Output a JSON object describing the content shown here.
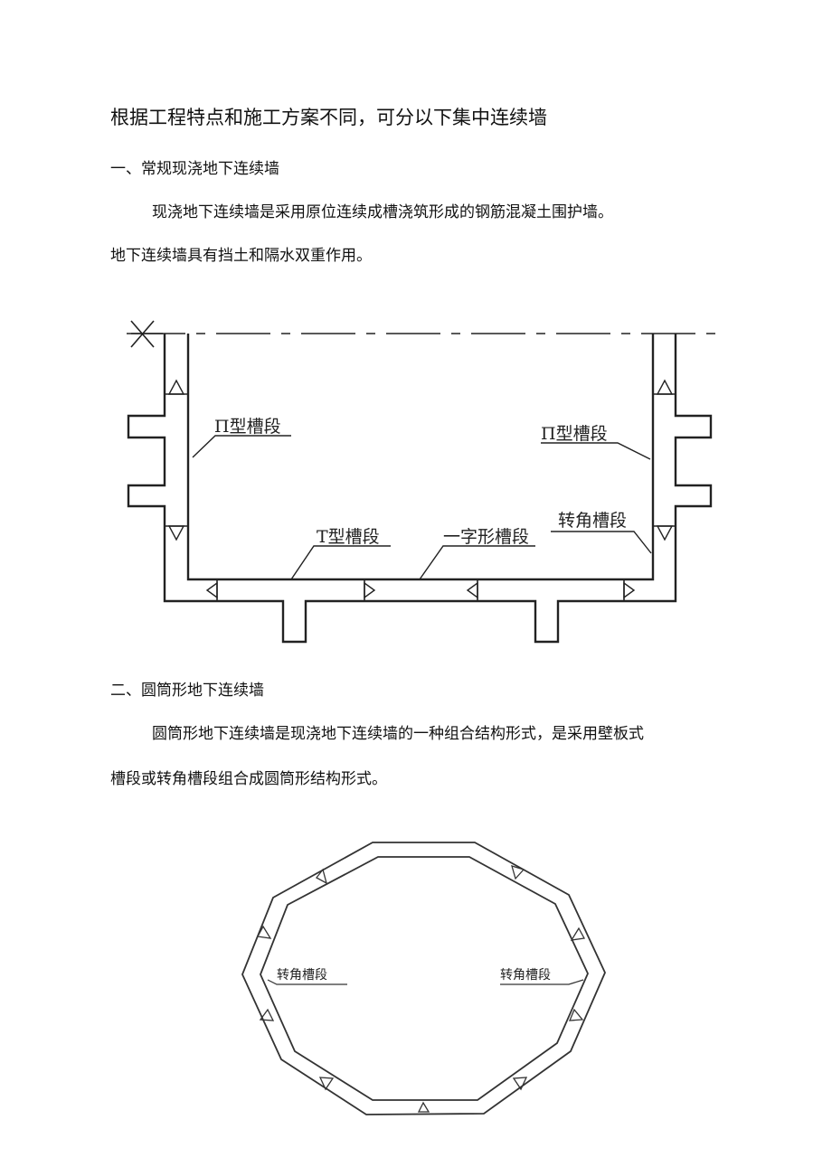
{
  "heading": "根据工程特点和施工方案不同，可分以下集中连续墙",
  "section1": {
    "title": "一、常规现浇地下连续墙",
    "line1": "现浇地下连续墙是采用原位连续成槽浇筑形成的钢筋混凝土围护墙。",
    "line2": "地下连续墙具有挡土和隔水双重作用。"
  },
  "figure1": {
    "label_pi_left": "Π型槽段",
    "label_pi_right": "Π型槽段",
    "label_t": "T型槽段",
    "label_yizi": "一字形槽段",
    "label_corner": "转角槽段"
  },
  "section2": {
    "title": "二、圆筒形地下连续墙",
    "line1": "圆筒形地下连续墙是现浇地下连续墙的一种组合结构形式，是采用壁板式",
    "line2": "槽段或转角槽段组合成圆筒形结构形式。"
  },
  "figure2": {
    "label_left": "转角槽段",
    "label_right": "转角槽段"
  }
}
